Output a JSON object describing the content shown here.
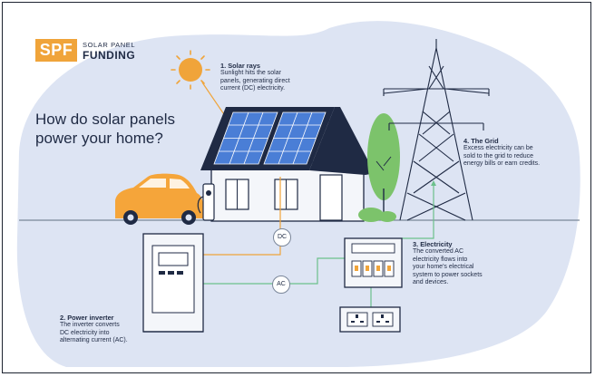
{
  "brand": {
    "logo_mark": "SPF",
    "logo_top": "SOLAR PANEL",
    "logo_bottom": "FUNDING",
    "accent_color": "#f0a43a"
  },
  "headline": {
    "line1": "How do solar panels",
    "line2": "power your home?"
  },
  "steps": [
    {
      "title": "1. Solar rays",
      "lines": [
        "Sunlight hits the solar",
        "panels, generating direct",
        "current (DC) electricity."
      ]
    },
    {
      "title": "2. Power inverter",
      "lines": [
        "The inverter converts",
        "DC electricity into",
        "alternating current (AC)."
      ]
    },
    {
      "title": "3. Electricity",
      "lines": [
        "The converted AC",
        "electricity flows into",
        "your home's electrical",
        "system to power sockets",
        "and devices."
      ]
    },
    {
      "title": "4. The Grid",
      "lines": [
        "Excess electricity can be",
        "sold to the grid to reduce",
        "energy bills or earn credits."
      ]
    }
  ],
  "tags": {
    "dc": "DC",
    "ac": "AC"
  },
  "colors": {
    "background_blob": "#dde4f3",
    "navy": "#1f2a44",
    "solar_panel": "#4a7ed6",
    "car": "#f5a53a",
    "tree": "#7cc36b",
    "wire_orange": "#f0a43a",
    "wire_green": "#6cc08c"
  },
  "icons": [
    "sun-icon",
    "solar-panel-icon",
    "house-icon",
    "car-icon",
    "ev-charger-icon",
    "tree-icon",
    "pylon-icon",
    "inverter-icon",
    "consumer-unit-icon",
    "socket-icon"
  ]
}
